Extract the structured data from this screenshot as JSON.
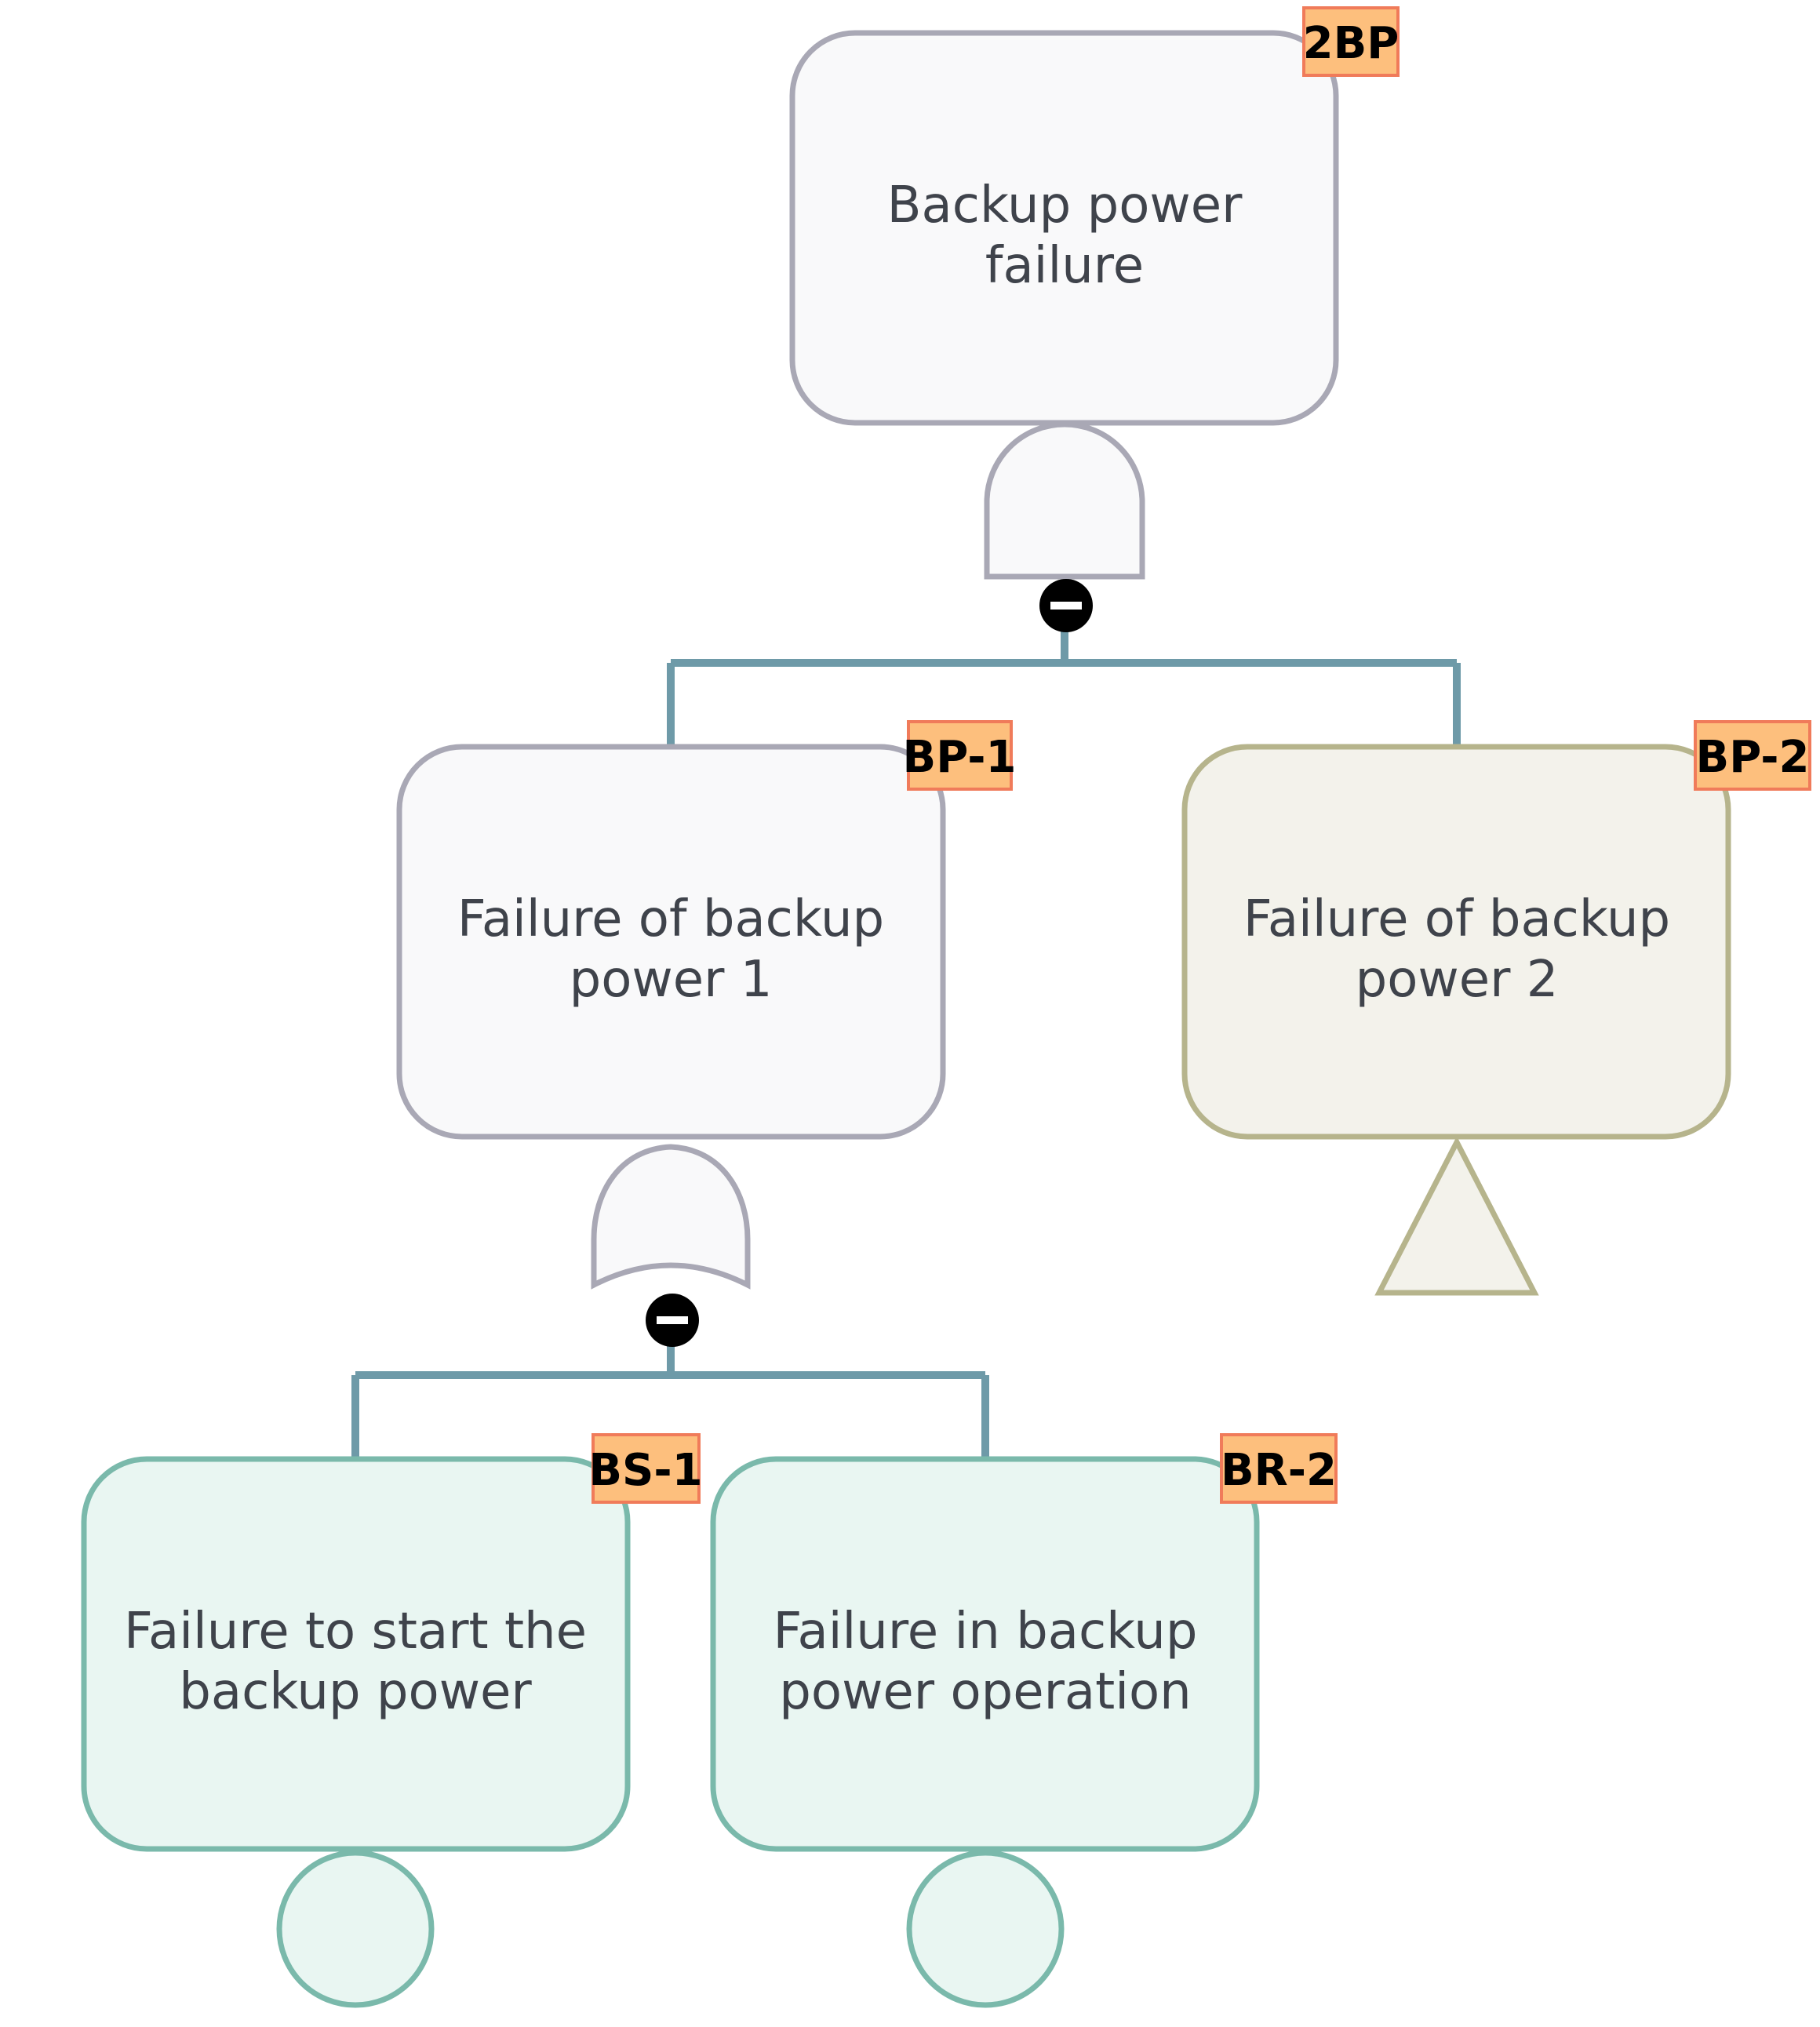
{
  "colors": {
    "connector": "#6e9aa8",
    "tag_fill": "#fdbf7d",
    "tag_stroke": "#f07b5a",
    "gray_fill": "#f9f9fa",
    "gray_stroke": "#a9a8b5",
    "olive_fill": "#f3f2eb",
    "olive_stroke": "#b6b48c",
    "teal_fill": "#e9f6f2",
    "teal_stroke": "#7ab9ab",
    "node_text": "#3f434b"
  },
  "nodes": {
    "top": {
      "line1": "Backup power",
      "line2": "failure",
      "tag": "2BP"
    },
    "bp1": {
      "line1": "Failure of backup",
      "line2": "power 1",
      "tag": "BP-1"
    },
    "bp2": {
      "line1": "Failure of backup",
      "line2": "power 2",
      "tag": "BP-2"
    },
    "bs1": {
      "line1": "Failure to start the",
      "line2": "backup power",
      "tag": "BS-1"
    },
    "br2": {
      "line1": "Failure in backup",
      "line2": "power operation",
      "tag": "BR-2"
    }
  },
  "gates": {
    "top_gate": "AND",
    "bp1_gate": "OR"
  },
  "symbols": {
    "bp2_symbol": "transfer-triangle",
    "bs1_symbol": "basic-event-circle",
    "br2_symbol": "basic-event-circle",
    "collapse_icon": "minus-circle-icon"
  }
}
